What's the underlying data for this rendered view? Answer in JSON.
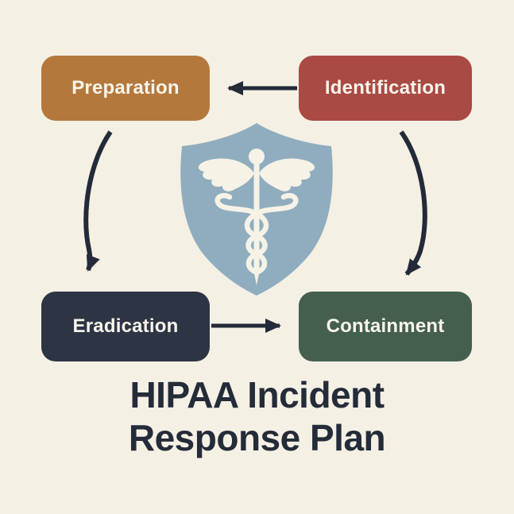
{
  "diagram": {
    "background": "#f5f0e4",
    "title": {
      "line1": "HIPAA Incident",
      "line2": "Response Plan",
      "color": "#242b39"
    },
    "nodes": {
      "preparation": {
        "label": "Preparation",
        "color": "#b5783c"
      },
      "identification": {
        "label": "Identification",
        "color": "#a94a44"
      },
      "eradication": {
        "label": "Eradication",
        "color": "#2d3544"
      },
      "containment": {
        "label": "Containment",
        "color": "#455f4f"
      }
    },
    "node_text_color": "#f7f4ec",
    "arrow_color": "#232a38",
    "flow": [
      "Identification → Preparation",
      "Preparation → Eradication",
      "Eradication → Containment",
      "Identification → Containment"
    ],
    "center_icon": {
      "name": "caduceus-shield",
      "shield_color": "#8fadbf",
      "symbol_color": "#f6f2e6"
    }
  }
}
